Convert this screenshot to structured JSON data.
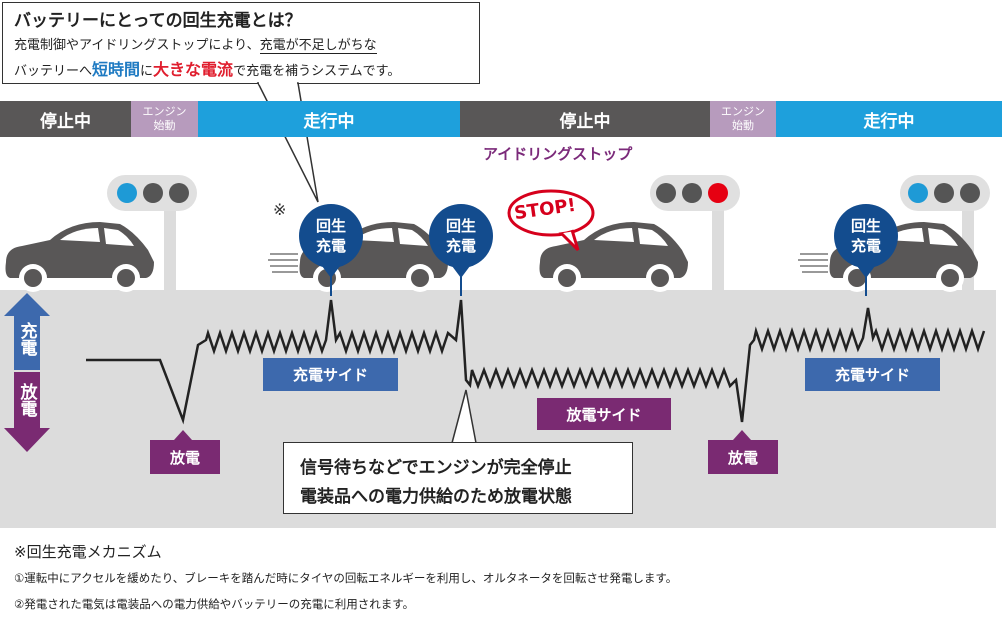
{
  "callout": {
    "title": "バッテリーにとっての回生充電とは？",
    "line1_a": "充電制御やアイドリングストップにより、",
    "line1_b": "充電が不足しがちな",
    "line2_a": "バッテリーへ",
    "line2_b": "短時間",
    "line2_c": "に",
    "line2_d": "大きな電流",
    "line2_e": "で充電を補うシステムです。"
  },
  "phases": [
    {
      "label": "停止中"
    },
    {
      "label": "エンジン始動",
      "l1": "エンジン",
      "l2": "始動"
    },
    {
      "label": "走行中"
    },
    {
      "label": "停止中"
    },
    {
      "label": "エンジン始動",
      "l1": "エンジン",
      "l2": "始動"
    },
    {
      "label": "走行中"
    }
  ],
  "idling_stop": "アイドリングストップ",
  "asterisk": "※",
  "stop_sign": "STOP!",
  "regen_pins": [
    {
      "l1": "回生",
      "l2": "充電"
    },
    {
      "l1": "回生",
      "l2": "充電"
    },
    {
      "l1": "回生",
      "l2": "充電"
    }
  ],
  "axis": {
    "charge": "充電",
    "discharge": "放電"
  },
  "tags": {
    "discharge_left": "放電",
    "charge_side_left": "充電サイド",
    "discharge_side": "放電サイド",
    "discharge_right": "放電",
    "charge_side_right": "充電サイド"
  },
  "note": {
    "line1": "信号待ちなどでエンジンが完全停止",
    "line2": "電装品への電力供給のため放電状態"
  },
  "mechanism": {
    "title": "※回生充電メカニズム",
    "item1": "①運転中にアクセルを緩めたり、ブレーキを踏んだ時にタイヤの回転エネルギーを利用し、オルタネータを回転させ発電します。",
    "item2": "②発電された電気は電装品への電力供給やバッテリーの充電に利用されます。"
  },
  "colors": {
    "stopped": "#595757",
    "engine_start": "#b79bbd",
    "driving": "#1ea0dc",
    "charge_side": "#3d69ad",
    "discharge_side": "#7a2a72",
    "regen_pin": "#134c8e",
    "red_light": "#e60012",
    "blue_light": "#1e9ad6"
  }
}
